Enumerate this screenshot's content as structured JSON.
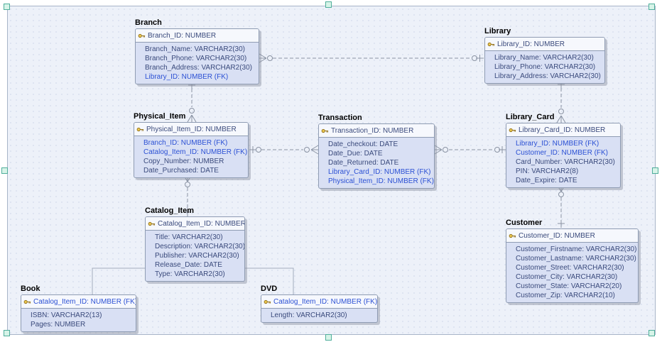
{
  "diagram": {
    "type": "entity-relationship-diagram",
    "entities": [
      {
        "name": "Branch",
        "primary_key": "Branch_ID: NUMBER",
        "attributes": [
          {
            "text": "Branch_Name: VARCHAR2(30)",
            "fk": false
          },
          {
            "text": "Branch_Phone: VARCHAR2(30)",
            "fk": false
          },
          {
            "text": "Branch_Address: VARCHAR2(30)",
            "fk": false
          },
          {
            "text": "Library_ID: NUMBER (FK)",
            "fk": true
          }
        ]
      },
      {
        "name": "Library",
        "primary_key": "Library_ID: NUMBER",
        "attributes": [
          {
            "text": "Library_Name: VARCHAR2(30)",
            "fk": false
          },
          {
            "text": "Library_Phone: VARCHAR2(30)",
            "fk": false
          },
          {
            "text": "Library_Address: VARCHAR2(30)",
            "fk": false
          }
        ]
      },
      {
        "name": "Physical_Item",
        "primary_key": "Physical_Item_ID: NUMBER",
        "attributes": [
          {
            "text": "Branch_ID: NUMBER (FK)",
            "fk": true
          },
          {
            "text": "Catalog_Item_ID: NUMBER (FK)",
            "fk": true
          },
          {
            "text": "Copy_Number: NUMBER",
            "fk": false
          },
          {
            "text": "Date_Purchased: DATE",
            "fk": false
          }
        ]
      },
      {
        "name": "Transaction",
        "primary_key": "Transaction_ID: NUMBER",
        "attributes": [
          {
            "text": "Date_checkout: DATE",
            "fk": false
          },
          {
            "text": "Date_Due: DATE",
            "fk": false
          },
          {
            "text": "Date_Returned: DATE",
            "fk": false
          },
          {
            "text": "Library_Card_ID: NUMBER (FK)",
            "fk": true
          },
          {
            "text": "Physical_Item_ID: NUMBER (FK)",
            "fk": true
          }
        ]
      },
      {
        "name": "Library_Card",
        "primary_key": "Library_Card_ID: NUMBER",
        "attributes": [
          {
            "text": "Library_ID: NUMBER (FK)",
            "fk": true
          },
          {
            "text": "Customer_ID: NUMBER (FK)",
            "fk": true
          },
          {
            "text": "Card_Number: VARCHAR2(30)",
            "fk": false
          },
          {
            "text": "PIN: VARCHAR2(8)",
            "fk": false
          },
          {
            "text": "Date_Expire: DATE",
            "fk": false
          }
        ]
      },
      {
        "name": "Catalog_Item",
        "primary_key": "Catalog_Item_ID: NUMBER",
        "attributes": [
          {
            "text": "Title: VARCHAR2(30)",
            "fk": false
          },
          {
            "text": "Description: VARCHAR2(30)",
            "fk": false
          },
          {
            "text": "Publisher: VARCHAR2(30)",
            "fk": false
          },
          {
            "text": "Release_Date: DATE",
            "fk": false
          },
          {
            "text": "Type: VARCHAR2(30)",
            "fk": false
          }
        ]
      },
      {
        "name": "Customer",
        "primary_key": "Customer_ID: NUMBER",
        "attributes": [
          {
            "text": "Customer_Firstname: VARCHAR2(30)",
            "fk": false
          },
          {
            "text": "Customer_Lastname: VARCHAR2(30)",
            "fk": false
          },
          {
            "text": "Customer_Street: VARCHAR2(30)",
            "fk": false
          },
          {
            "text": "Customer_City: VARCHAR2(30)",
            "fk": false
          },
          {
            "text": "Customer_State: VARCHAR2(20)",
            "fk": false
          },
          {
            "text": "Customer_Zip: VARCHAR2(10)",
            "fk": false
          }
        ]
      },
      {
        "name": "Book",
        "primary_key": "Catalog_Item_ID: NUMBER (FK)",
        "attributes": [
          {
            "text": "ISBN: VARCHAR2(13)",
            "fk": false
          },
          {
            "text": "Pages: NUMBER",
            "fk": false
          }
        ]
      },
      {
        "name": "DVD",
        "primary_key": "Catalog_Item_ID: NUMBER (FK)",
        "attributes": [
          {
            "text": "Length: VARCHAR2(30)",
            "fk": false
          }
        ]
      }
    ],
    "relationships": [
      {
        "parent": "Library",
        "child": "Branch",
        "parent_cardinality": "one",
        "child_cardinality": "zero-or-many",
        "line": "dashed"
      },
      {
        "parent": "Branch",
        "child": "Physical_Item",
        "parent_cardinality": "one",
        "child_cardinality": "zero-or-many",
        "line": "dashed"
      },
      {
        "parent": "Library",
        "child": "Library_Card",
        "parent_cardinality": "one",
        "child_cardinality": "zero-or-many",
        "line": "dashed"
      },
      {
        "parent": "Physical_Item",
        "child": "Transaction",
        "parent_cardinality": "one",
        "child_cardinality": "zero-or-many",
        "line": "dashed"
      },
      {
        "parent": "Library_Card",
        "child": "Transaction",
        "parent_cardinality": "one",
        "child_cardinality": "zero-or-many",
        "line": "dashed"
      },
      {
        "parent": "Catalog_Item",
        "child": "Physical_Item",
        "parent_cardinality": "one",
        "child_cardinality": "zero-or-many",
        "line": "dashed"
      },
      {
        "parent": "Customer",
        "child": "Library_Card",
        "parent_cardinality": "one",
        "child_cardinality": "zero-or-many",
        "line": "dashed"
      },
      {
        "parent": "Catalog_Item",
        "child": "Book",
        "type": "category-subtype",
        "line": "solid"
      },
      {
        "parent": "Catalog_Item",
        "child": "DVD",
        "type": "category-subtype",
        "line": "solid"
      }
    ],
    "icons": {
      "primary_key": "key-icon"
    },
    "colors": {
      "canvas_bg": "#edf1f9",
      "entity_fill": "#d9e0f4",
      "pk_row_fill": "#f6f8fd",
      "entity_border": "#8f9cb3",
      "attribute_text": "#3a4a7c",
      "fk_text": "#2b50d4",
      "title_text": "#000000",
      "connector": "#8a93a3",
      "handle_fill": "#d7f4e8",
      "handle_border": "#4fae9b"
    }
  }
}
